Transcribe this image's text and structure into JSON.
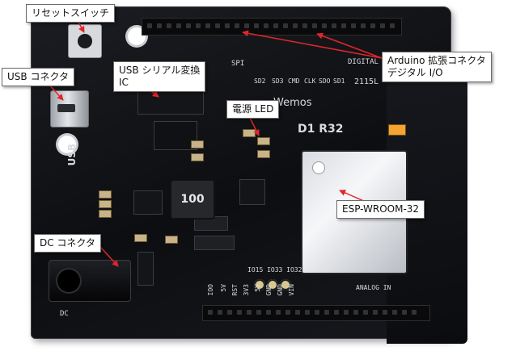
{
  "board": {
    "silkscreen_digital": "DIGITAL",
    "silkscreen_spi": "SPI",
    "silkscreen_sd": [
      "SD2",
      "SD3",
      "CMD",
      "CLK",
      "SDO",
      "SD1"
    ],
    "brand": "Wemos",
    "model": "D1  R32",
    "usb_label": "USB",
    "inductor_value": "100",
    "esp_pins_label": "IO15 IO33 IO32",
    "dc_label": "DC",
    "bottom_pins": [
      "IOO",
      "5V",
      "RST",
      "3V3",
      "5V",
      "GND",
      "GND",
      "VIN"
    ],
    "analog_label": "ANALOG IN",
    "corner_number": "2115L"
  },
  "callouts": {
    "reset": "リセットスイッチ",
    "usb_connector": "USB コネクタ",
    "usb_serial": [
      "USB シリアル変換",
      "IC"
    ],
    "arduino": [
      "Arduino 拡張コネクタ",
      "デジタル I/O"
    ],
    "power_led": "電源 LED",
    "esp": "ESP-WROOM-32",
    "dc_connector": "DC コネクタ"
  },
  "colors": {
    "pointer": "#e0262b",
    "board": "#111215"
  }
}
